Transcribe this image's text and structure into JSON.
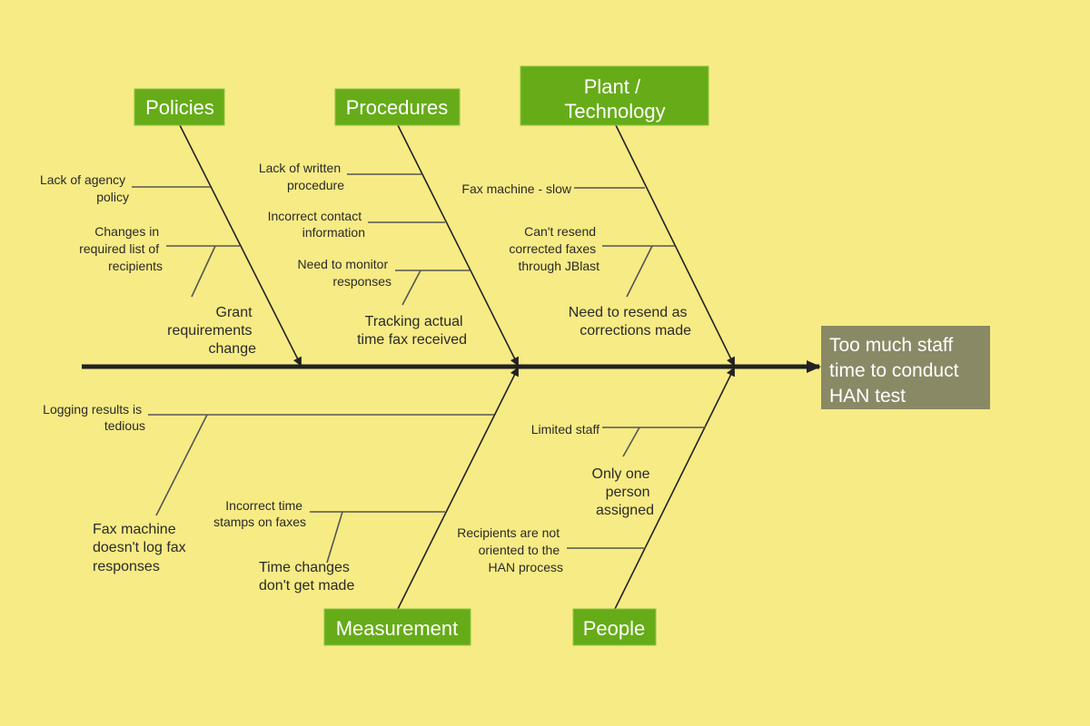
{
  "colors": {
    "background": "#F7EB85",
    "category": "#66AC18",
    "effect": "#8A8966",
    "line": "#222222"
  },
  "effect": {
    "lines": [
      "Too much staff",
      "time to conduct",
      "HAN test"
    ]
  },
  "categories": {
    "policies": {
      "label": "Policies",
      "causes": [
        {
          "lines": [
            "Lack of agency",
            "policy"
          ]
        },
        {
          "lines": [
            "Changes in",
            "required list of",
            "recipients"
          ],
          "sub": {
            "lines": [
              "Grant",
              "requirements",
              "change"
            ]
          }
        }
      ]
    },
    "procedures": {
      "label": "Procedures",
      "causes": [
        {
          "lines": [
            "Lack of written",
            "procedure"
          ]
        },
        {
          "lines": [
            "Incorrect contact",
            "information"
          ]
        },
        {
          "lines": [
            "Need to monitor",
            "responses"
          ],
          "sub": {
            "lines": [
              "Tracking actual",
              "time fax received"
            ]
          }
        }
      ]
    },
    "plant": {
      "label_lines": [
        "Plant /",
        "Technology"
      ],
      "causes": [
        {
          "lines": [
            "Fax machine - slow"
          ]
        },
        {
          "lines": [
            "Can't resend",
            "corrected faxes",
            "through JBlast"
          ],
          "sub": {
            "lines": [
              "Need to resend as",
              "corrections made"
            ]
          }
        }
      ]
    },
    "measurement": {
      "label": "Measurement",
      "causes": [
        {
          "lines": [
            "Logging results is",
            "tedious"
          ],
          "sub": {
            "lines": [
              "Fax machine",
              "doesn't log fax",
              "responses"
            ]
          }
        },
        {
          "lines": [
            "Incorrect time",
            "stamps on faxes"
          ],
          "sub": {
            "lines": [
              "Time changes",
              "don't get made"
            ]
          }
        }
      ]
    },
    "people": {
      "label": "People",
      "causes": [
        {
          "lines": [
            "Limited staff"
          ],
          "sub": {
            "lines": [
              "Only one",
              "person",
              "assigned"
            ]
          }
        },
        {
          "lines": [
            "Recipients are not",
            "oriented to the",
            "HAN process"
          ]
        }
      ]
    }
  }
}
